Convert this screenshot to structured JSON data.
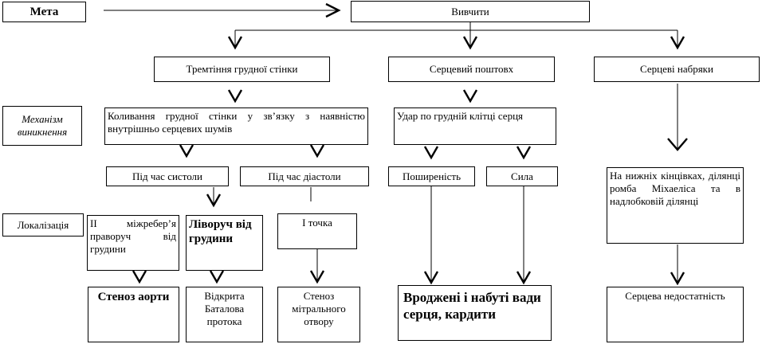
{
  "goal": "Мета",
  "study": "Вивчити",
  "signs": {
    "tremor": "Тремтіння грудної стінки",
    "heart_push": "Серцевий поштовх",
    "edema": "Серцеві набряки"
  },
  "row_labels": {
    "mechanism": "Механізм виникнення",
    "localization": "Локалізація"
  },
  "mechanisms": {
    "vibration": "Коливання грудної стінки у зв’язку з наявністю внутрішньо серцевих шумів",
    "impact": "Удар по грудній клітці серця",
    "edema_location": "На нижніх кінцівках, ділянці ромба Міхаеліса та в надлобковій ділянці"
  },
  "phases": {
    "systole": "Під час систоли",
    "diastole": "Під час діастоли"
  },
  "push_props": {
    "prevalence": "Поширеність",
    "strength": "Сила"
  },
  "localizations": {
    "right": "ІІ міжребер’я праворуч від грудини",
    "left": "Ліворуч від грудини",
    "point1": "І точка"
  },
  "outcomes": {
    "aortic_stenosis": "Стеноз аорти",
    "botallo": "Відкрита Баталова протока",
    "mitral_stenosis": "Стеноз мітрального отвору",
    "defects": "Вроджені і набуті вади серця, кардити",
    "heart_failure": "Серцева недостатність"
  }
}
